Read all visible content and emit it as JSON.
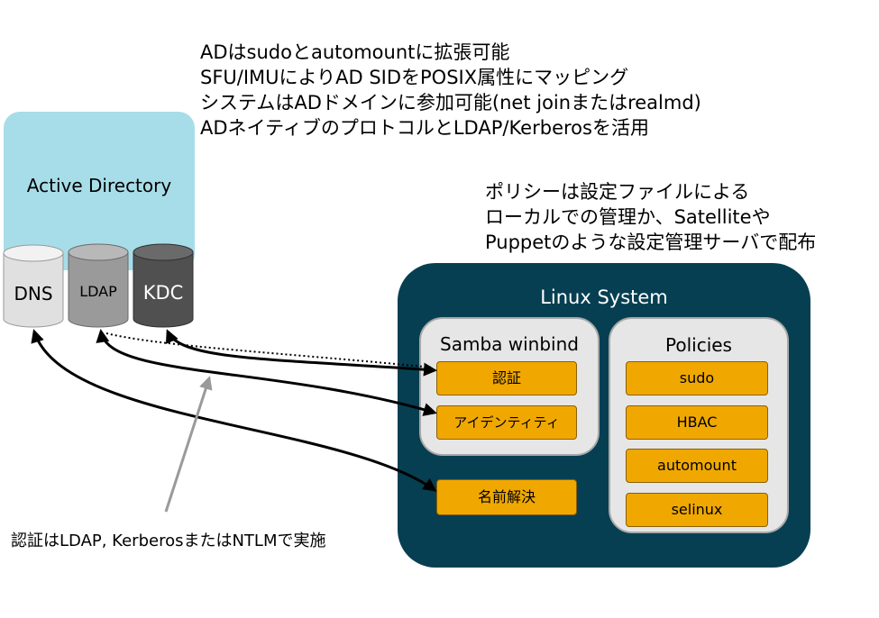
{
  "notes_top": [
    "ADはsudoとautomountに拡張可能",
    "SFU/IMUによりAD SIDをPOSIX属性にマッピング",
    "システムはADドメインに参加可能(net joinまたはrealmd)",
    "ADネイティブのプロトコルとLDAP/Kerberosを活用"
  ],
  "notes_policy": [
    "ポリシーは設定ファイルによる",
    "ローカルでの管理か、Satelliteや",
    "Puppetのような設定管理サーバで配布"
  ],
  "note_auth": "認証はLDAP, KerberosまたはNTLMで実施",
  "active_directory": {
    "title": "Active Directory",
    "services": [
      "DNS",
      "LDAP",
      "KDC"
    ]
  },
  "linux_system": {
    "title": "Linux System",
    "samba": {
      "title": "Samba winbind",
      "items": [
        "認証",
        "アイデンティティ"
      ]
    },
    "name_resolution": "名前解決",
    "policies": {
      "title": "Policies",
      "items": [
        "sudo",
        "HBAC",
        "automount",
        "selinux"
      ]
    }
  },
  "colors": {
    "ad_box": "#a7dde8",
    "linux_box": "#063f52",
    "panel": "#e6e6e6",
    "item": "#f0a800",
    "dns": "#e0e0e0",
    "ldap": "#9a9a9a",
    "kdc": "#505050"
  }
}
